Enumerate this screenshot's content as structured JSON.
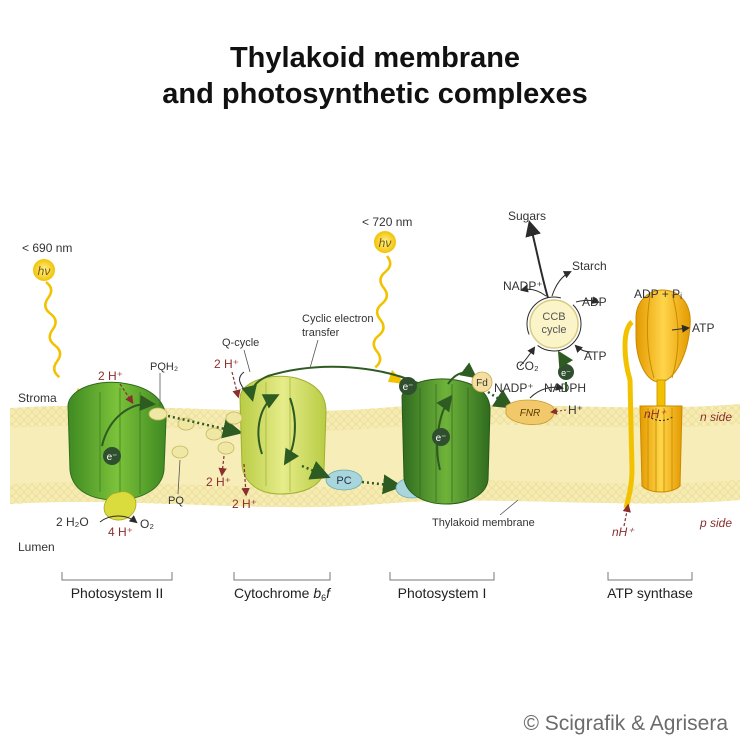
{
  "title": {
    "line1": "Thylakoid membrane",
    "line2": "and photosynthetic complexes"
  },
  "light": {
    "psii_wavelength": "< 690 nm",
    "psi_wavelength": "< 720 nm",
    "photon": "hν"
  },
  "regions": {
    "stroma": "Stroma",
    "lumen": "Lumen",
    "n_side": "n side",
    "p_side": "p side",
    "membrane": "Thylakoid membrane"
  },
  "labels": {
    "pqh2": "PQH₂",
    "pq": "PQ",
    "two_h_psii": "2 H⁺",
    "water": "2 H₂O",
    "four_h": "4 H⁺",
    "oxygen": "O₂",
    "q_cycle": "Q-cycle",
    "two_h_cyt_top": "2 H⁺",
    "two_h_cyt_a": "2 H⁺",
    "two_h_cyt_b": "2 H⁺",
    "cyclic_line1": "Cyclic electron",
    "cyclic_line2": "transfer",
    "pc": "PC",
    "electron": "e⁻",
    "fd": "Fd",
    "fnr": "FNR",
    "nadp_fnr": "NADP⁺",
    "nadph": "NADPH",
    "h_fnr": "H⁺",
    "sugars": "Sugars",
    "starch": "Starch",
    "nadp_ccb": "NADP⁺",
    "adp_ccb": "ADP",
    "ccb_line1": "CCB",
    "ccb_line2": "cycle",
    "co2": "CO₂",
    "atp_ccb": "ATP",
    "adp_pi": "ADP + Pᵢ",
    "atp_out": "ATP",
    "nh_top": "nH⁺",
    "nh_bottom": "nH⁺"
  },
  "complexes": {
    "psii": "Photosystem II",
    "cyt_prefix": "Cytochrome ",
    "cyt_italic": "b",
    "cyt_sub": "6",
    "cyt_suffix": "f",
    "psi": "Photosystem I",
    "atp": "ATP synthase"
  },
  "copyright": "© Scigrafik & Agrisera",
  "colors": {
    "membrane": "#f2e6a0",
    "lipid_head": "#f3e7a8",
    "green_dark": "#2f6b1f",
    "green_mid": "#58a22c",
    "green_light": "#9ccc3c",
    "yellow_green": "#cfdc5a",
    "gold": "#f0b400",
    "electron": "#2f4f2f",
    "red_arrow": "#8b2e2e",
    "pc_blue": "#a9d6dc"
  }
}
